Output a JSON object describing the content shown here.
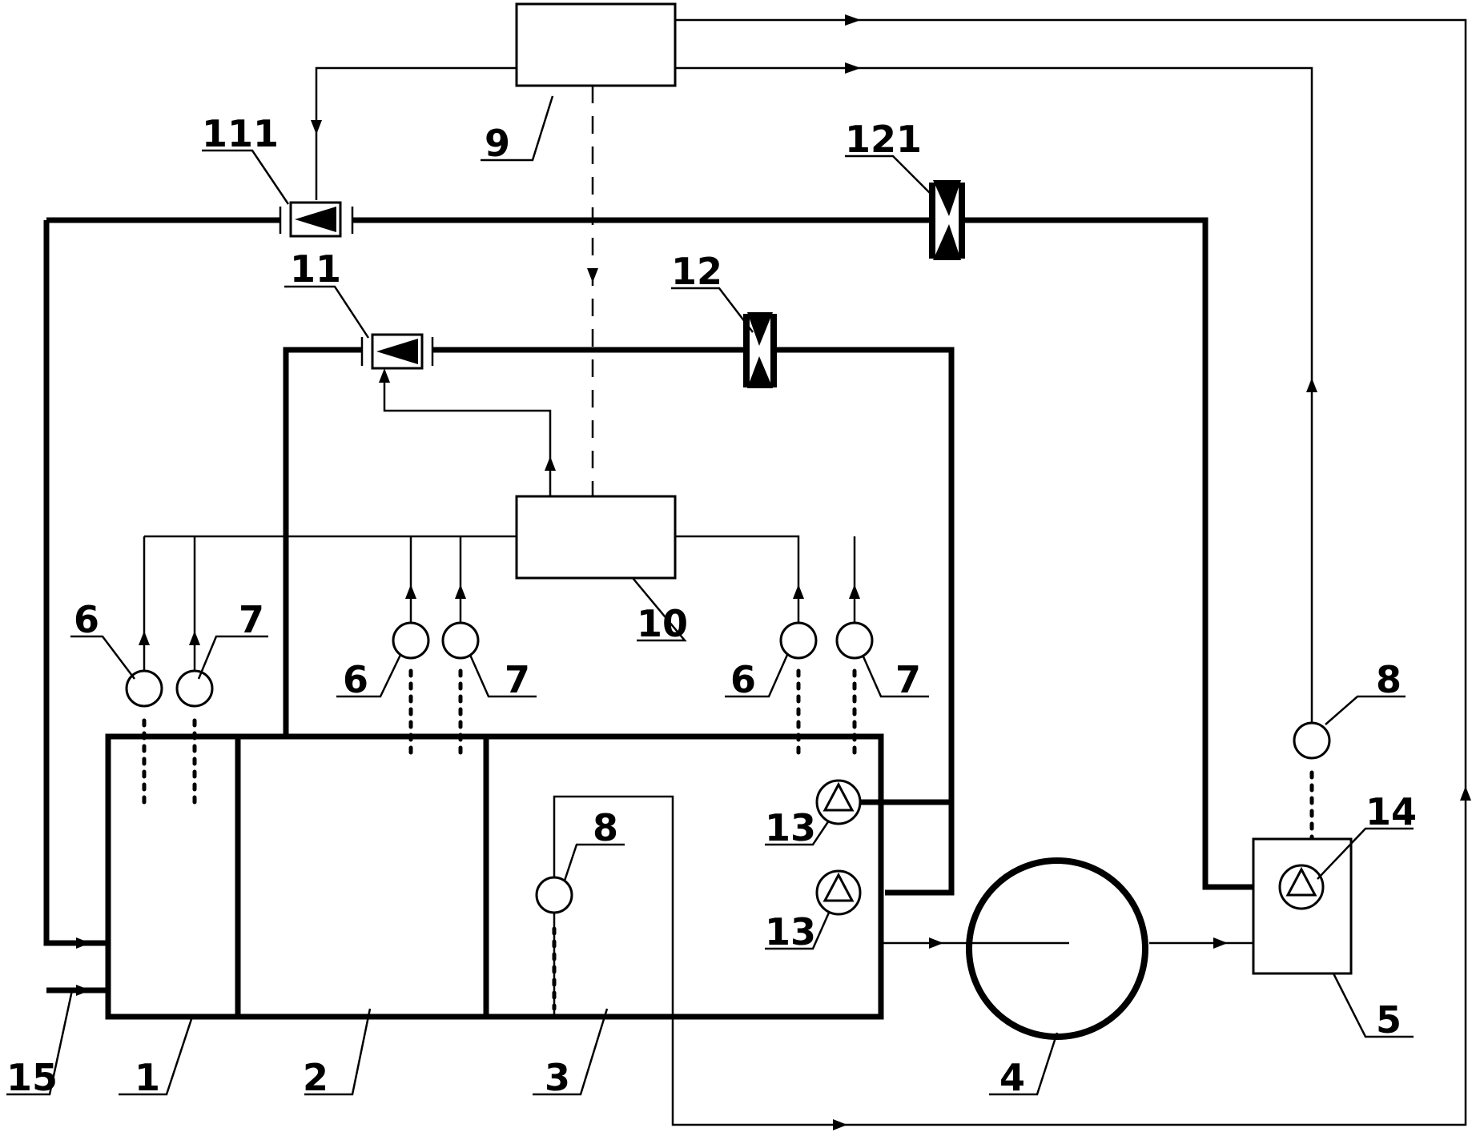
{
  "labels": {
    "n1": "1",
    "n2": "2",
    "n3": "3",
    "n4": "4",
    "n5": "5",
    "n6a": "6",
    "n6b": "6",
    "n6c": "6",
    "n7a": "7",
    "n7b": "7",
    "n7c": "7",
    "n8a": "8",
    "n8b": "8",
    "n9": "9",
    "n10": "10",
    "n11": "11",
    "n111": "111",
    "n12": "12",
    "n121": "121",
    "n13a": "13",
    "n13b": "13",
    "n14": "14",
    "n15": "15"
  }
}
